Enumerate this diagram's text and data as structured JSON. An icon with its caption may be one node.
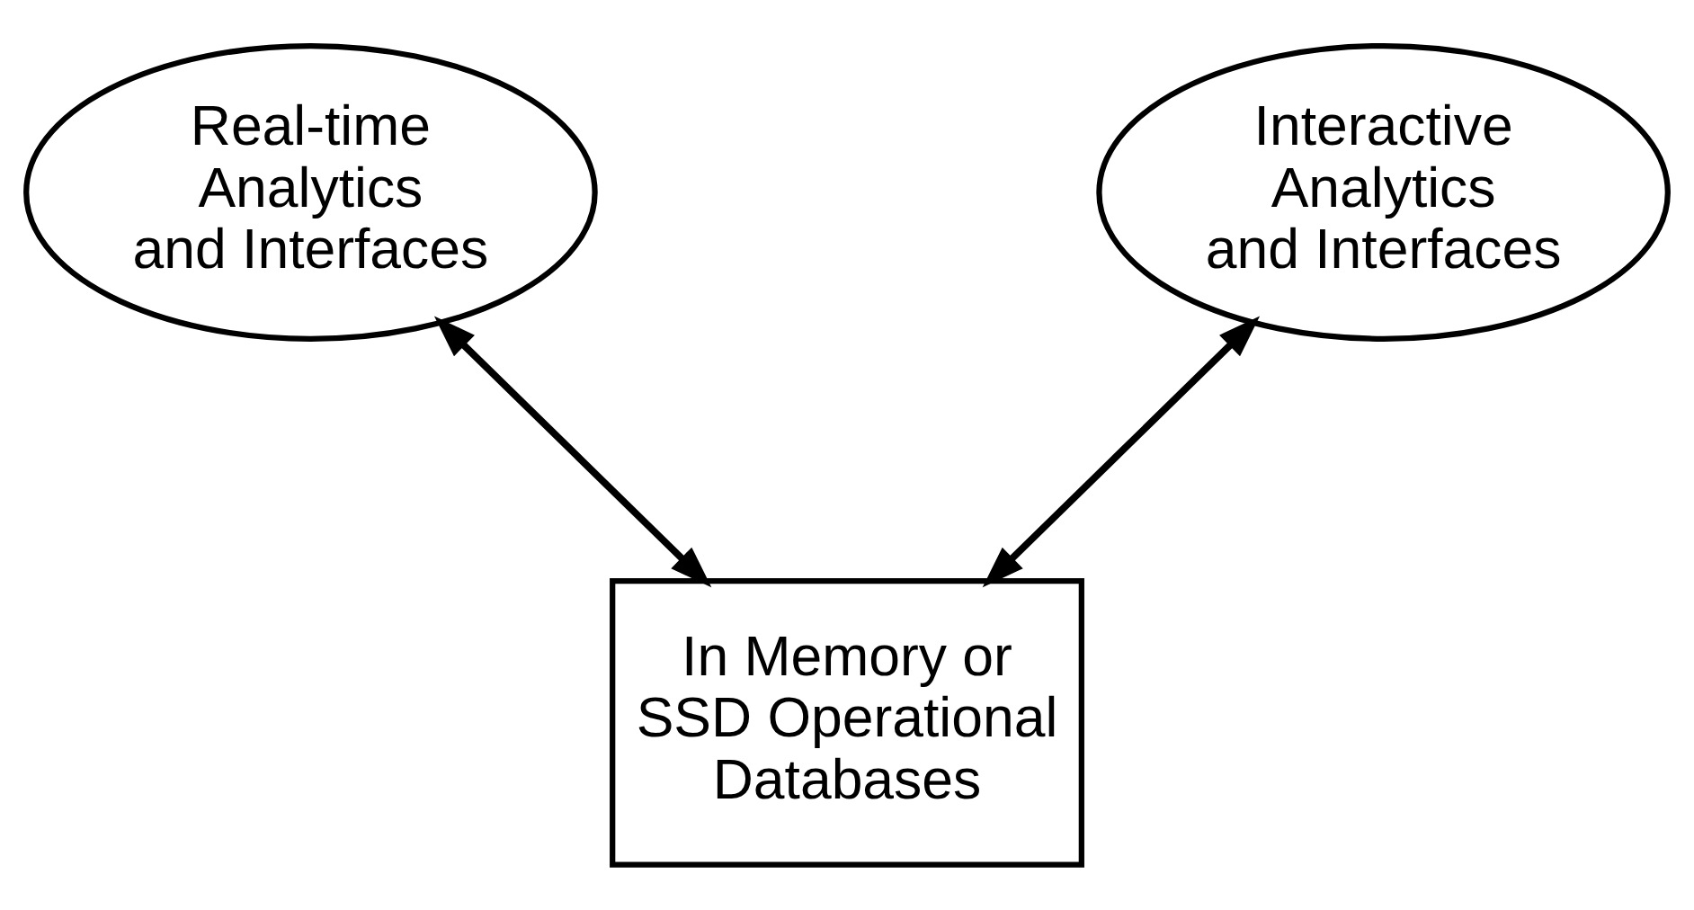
{
  "diagram": {
    "nodes": [
      {
        "text": [
          "Real-time Analytics and Interfaces"
        ]
      },
      {
        "text": [
          "Interactive Analytics and Interfaces"
        ]
      },
      {
        "text": [
          "In Memory or SSD Operational Databases"
        ]
      }
    ],
    "edges": [
      {
        "from": 0,
        "to": 2,
        "arrow": "both"
      },
      {
        "from": 1,
        "to": 2,
        "arrow": "both"
      }
    ]
  }
}
